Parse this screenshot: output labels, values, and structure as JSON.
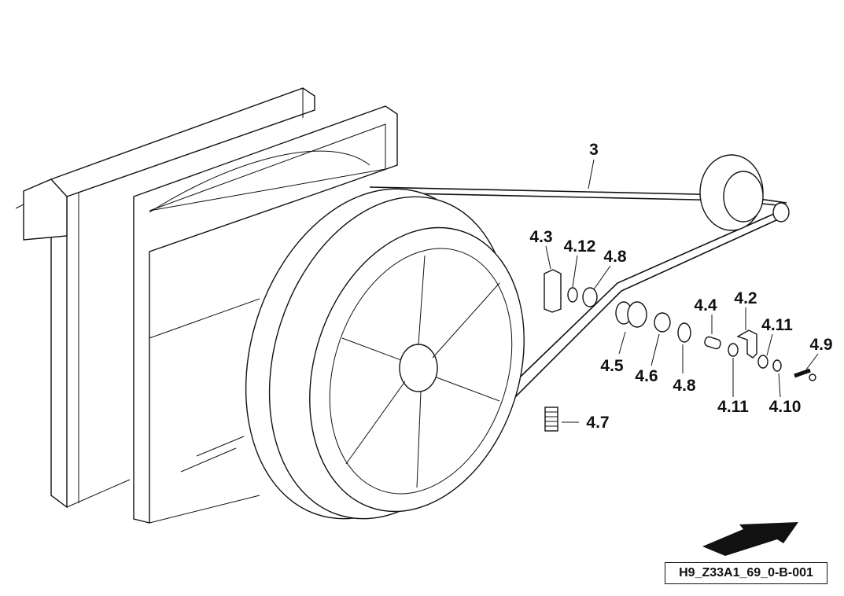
{
  "drawing_code": "H9_Z33A1_69_0-B-001",
  "callouts": {
    "belt": "3",
    "c4_2": "4.2",
    "c4_3": "4.3",
    "c4_4": "4.4",
    "c4_5": "4.5",
    "c4_6": "4.6",
    "c4_7": "4.7",
    "c4_8a": "4.8",
    "c4_8b": "4.8",
    "c4_9": "4.9",
    "c4_10": "4.10",
    "c4_11a": "4.11",
    "c4_11b": "4.11",
    "c4_12": "4.12"
  }
}
